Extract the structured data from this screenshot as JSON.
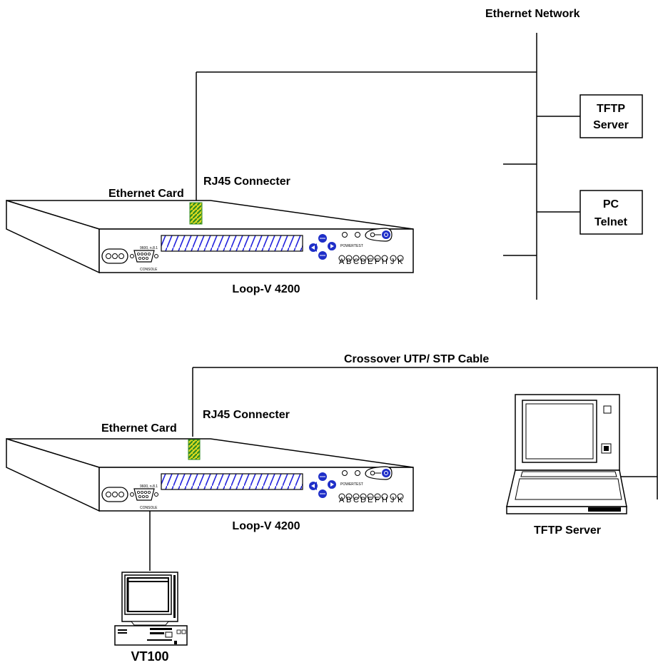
{
  "top_diagram": {
    "network_label": "Ethernet Network",
    "ethernet_card_label": "Ethernet Card",
    "rj45_label": "RJ45 Connecter",
    "device_label": "Loop-V 4200",
    "tftp_box": {
      "line1": "TFTP",
      "line2": "Server"
    },
    "pc_box": {
      "line1": "PC",
      "line2": "Telnet"
    }
  },
  "bottom_diagram": {
    "cable_label": "Crossover UTP/ STP Cable",
    "ethernet_card_label": "Ethernet Card",
    "rj45_label": "RJ45 Connecter",
    "device_label": "Loop-V 4200",
    "tftp_label": "TFTP Server",
    "vt100_label": "VT100"
  },
  "device_panel": {
    "console_baud": "9600, n.8.1",
    "console_label": "CONSOLE",
    "power_label": "POWER",
    "test_label": "TEST",
    "leds": [
      "A",
      "B",
      "C",
      "D",
      "E",
      "F",
      "H",
      "J",
      "K"
    ]
  },
  "colors": {
    "line": "#000000",
    "stripe_blue": "#2222dd",
    "button_blue": "#1f2fc8",
    "connector_green": "#2d8a20",
    "connector_yellow": "#d8d820"
  }
}
